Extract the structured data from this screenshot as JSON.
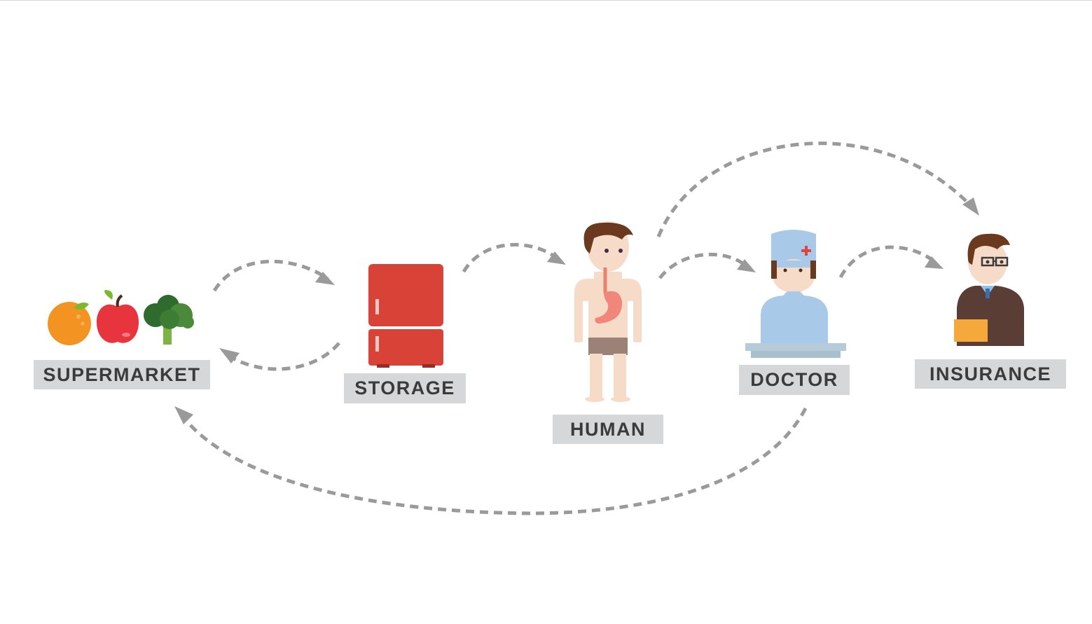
{
  "nodes": {
    "supermarket": {
      "label": "SUPERMARKET"
    },
    "storage": {
      "label": "STORAGE"
    },
    "human": {
      "label": "HUMAN"
    },
    "doctor": {
      "label": "DOCTOR"
    },
    "insurance": {
      "label": "INSURANCE"
    }
  },
  "edges": [
    {
      "from": "supermarket",
      "to": "storage"
    },
    {
      "from": "storage",
      "to": "supermarket"
    },
    {
      "from": "storage",
      "to": "human"
    },
    {
      "from": "human",
      "to": "doctor"
    },
    {
      "from": "human",
      "to": "insurance"
    },
    {
      "from": "doctor",
      "to": "insurance"
    },
    {
      "from": "doctor",
      "to": "supermarket"
    }
  ],
  "colors": {
    "arrow": "#9a9a9a",
    "label_bg": "#d6d7d9",
    "label_text": "#3b3b3b",
    "fridge": "#d94236",
    "skin": "#f6dcc8",
    "hair": "#6b3a1e",
    "doctor_scrubs": "#a9c9e8",
    "suit": "#5a3e36",
    "folder": "#f6a93b"
  },
  "icons": [
    "orange-icon",
    "apple-icon",
    "broccoli-icon",
    "fridge-icon",
    "human-body-icon",
    "doctor-icon",
    "insurance-agent-icon"
  ]
}
